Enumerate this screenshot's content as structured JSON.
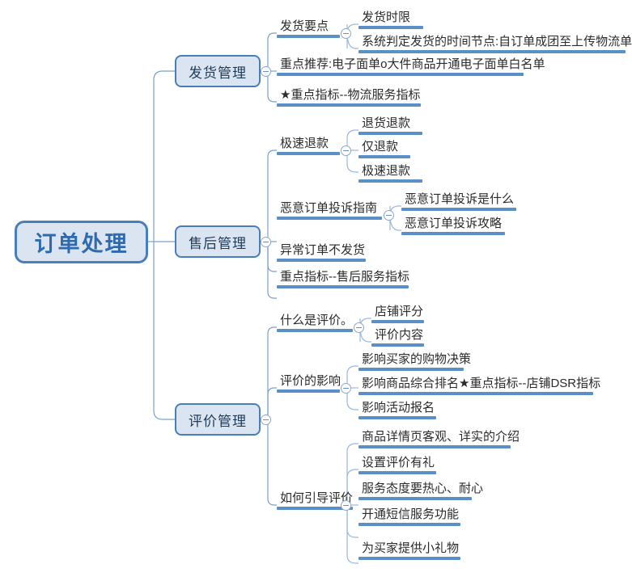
{
  "diagram": {
    "type": "mindmap",
    "title": "订单处理",
    "root": {
      "label": "订单处理"
    },
    "toggle_icon": "collapse-minus-icon",
    "colors": {
      "node_fill": "#dbe5f1",
      "node_border": "#4a7ebb",
      "root_text": "#2e6aad",
      "branch_line": "#5b8fc7",
      "topic_text": "#2b2b2b",
      "canvas": "#ffffff"
    },
    "branches": [
      {
        "label": "发货管理",
        "topics": [
          {
            "label": "发货要点",
            "children": [
              {
                "label": "发货时限"
              },
              {
                "label": "系统判定发货的时间节点:自订单成团至上传物流单号"
              }
            ]
          },
          {
            "label": "重点推荐:电子面单o大件商品开通电子面单白名单",
            "children": []
          },
          {
            "label": "★重点指标--物流服务指标",
            "children": []
          }
        ]
      },
      {
        "label": "售后管理",
        "topics": [
          {
            "label": "极速退款",
            "children": [
              {
                "label": "退货退款"
              },
              {
                "label": "仅退款"
              },
              {
                "label": "极速退款"
              }
            ]
          },
          {
            "label": "恶意订单投诉指南",
            "children": [
              {
                "label": "恶意订单投诉是什么"
              },
              {
                "label": "恶意订单投诉攻略"
              }
            ]
          },
          {
            "label": "异常订单不发货",
            "children": []
          },
          {
            "label": "重点指标--售后服务指标",
            "children": []
          }
        ]
      },
      {
        "label": "评价管理",
        "topics": [
          {
            "label": "什么是评价。",
            "children": [
              {
                "label": "店铺评分"
              },
              {
                "label": "评价内容"
              }
            ]
          },
          {
            "label": "评价的影响",
            "children": [
              {
                "label": "影响买家的购物决策"
              },
              {
                "label": "影响商品综合排名★重点指标--店铺DSR指标"
              },
              {
                "label": "影响活动报名"
              }
            ]
          },
          {
            "label": "如何引导评价",
            "children": [
              {
                "label": "商品详情页客观、详实的介绍"
              },
              {
                "label": "设置评价有礼"
              },
              {
                "label": "服务态度要热心、耐心"
              },
              {
                "label": "开通短信服务功能"
              },
              {
                "label": "为买家提供小礼物"
              }
            ]
          }
        ]
      }
    ]
  }
}
